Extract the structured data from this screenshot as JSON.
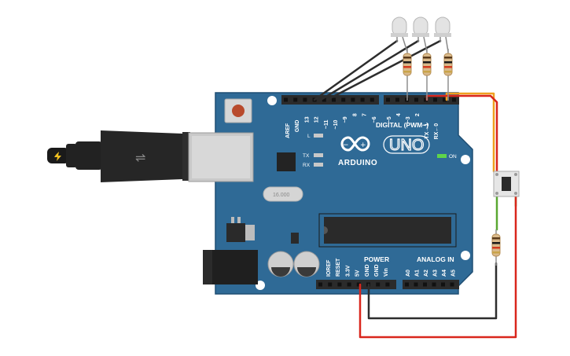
{
  "board": {
    "model": "UNO",
    "brand": "ARDUINO",
    "digital_label": "DIGITAL (PWM~)",
    "power_label": "POWER",
    "analog_label": "ANALOG IN",
    "on_label": "ON",
    "l_label": "L",
    "tx_label": "TX",
    "rx_label": "RX",
    "crystal_text": "16.000",
    "digital_pins": [
      "AREF",
      "GND",
      "13",
      "12",
      "~11",
      "~10",
      "~9",
      "8",
      "7",
      "~6",
      "~5",
      "4",
      "~3",
      "2",
      "TX→1",
      "RX←0"
    ],
    "power_pins": [
      "IOREF",
      "RESET",
      "3.3V",
      "5V",
      "GND",
      "GND",
      "Vin"
    ],
    "analog_pins": [
      "A0",
      "A1",
      "A2",
      "A3",
      "A4",
      "A5"
    ]
  },
  "colors": {
    "board": "#2f6a96",
    "board_edge": "#1f4e73",
    "header": "#2b2b2b",
    "wire_black": "#2d2d2d",
    "wire_red": "#d9261c",
    "wire_orange": "#f0a01e",
    "wire_green": "#5aa832",
    "led": "#e3e3e3",
    "resistor": "#d9b98a"
  },
  "components": {
    "leds": 3,
    "resistors": 4,
    "pushbuttons": 1
  }
}
